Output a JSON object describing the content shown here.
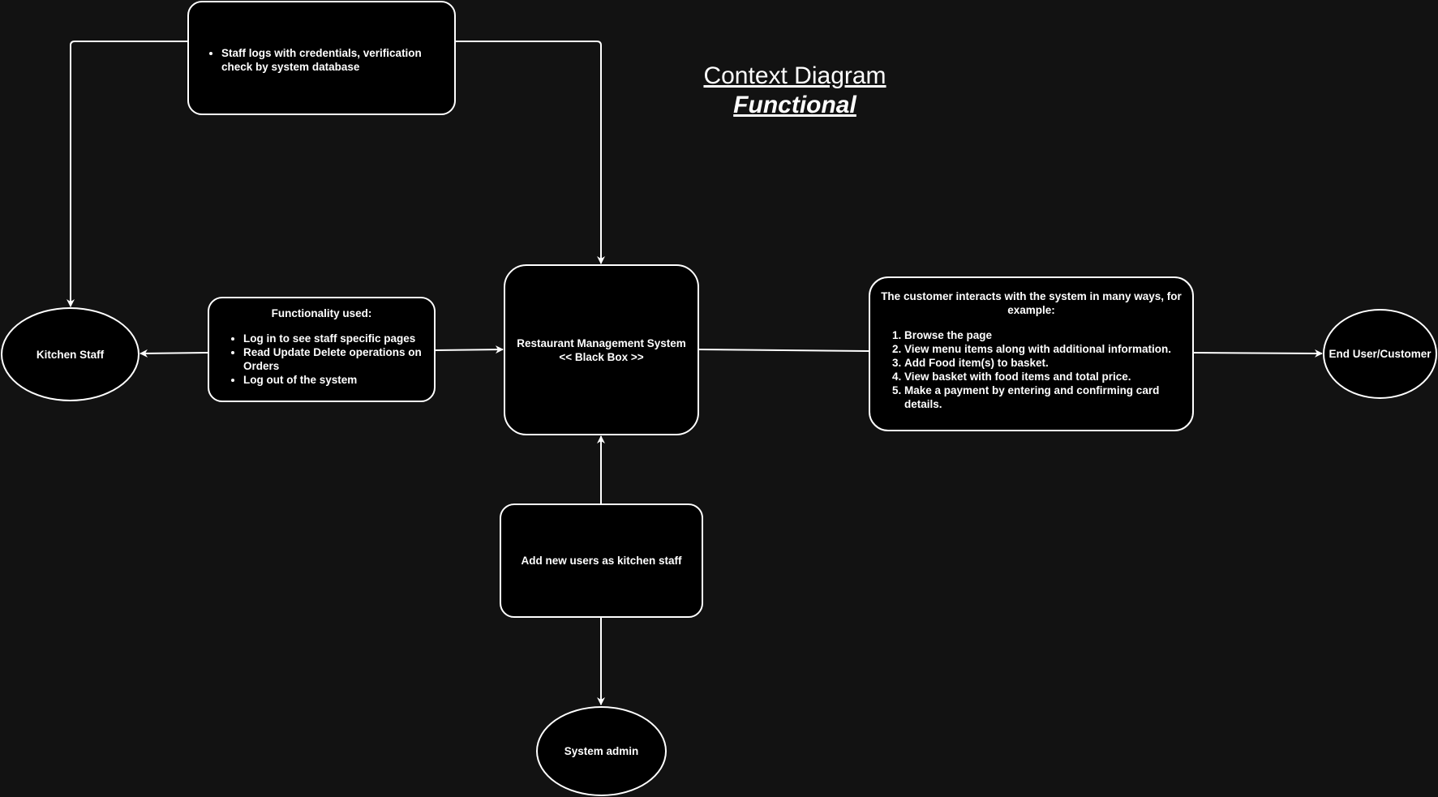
{
  "title": {
    "line1": "Context Diagram",
    "line2": "Functional"
  },
  "nodes": {
    "staff_login": {
      "items": [
        "Staff logs with credentials, verification check by system database"
      ]
    },
    "functionality": {
      "heading": "Functionality used:",
      "items": [
        "Log in to see staff specific pages",
        "Read Update Delete operations on Orders",
        "Log out of the system"
      ]
    },
    "system": {
      "line1": "Restaurant Management System",
      "line2": "<< Black Box >>"
    },
    "customer_info": {
      "heading": "The customer interacts with the system in many ways, for example:",
      "items": [
        "Browse the page",
        "View menu items along with additional information.",
        "Add Food item(s) to basket.",
        "View basket with food items and total price.",
        "Make a payment by entering and confirming card details."
      ]
    },
    "add_users": {
      "label": "Add new users as kitchen staff"
    },
    "kitchen_staff": {
      "label": "Kitchen Staff"
    },
    "end_user": {
      "label": "End User/Customer"
    },
    "system_admin": {
      "label": "System admin"
    }
  },
  "colors": {
    "background": "#121212",
    "node_fill": "#000000",
    "stroke": "#ffffff",
    "text": "#ffffff"
  }
}
